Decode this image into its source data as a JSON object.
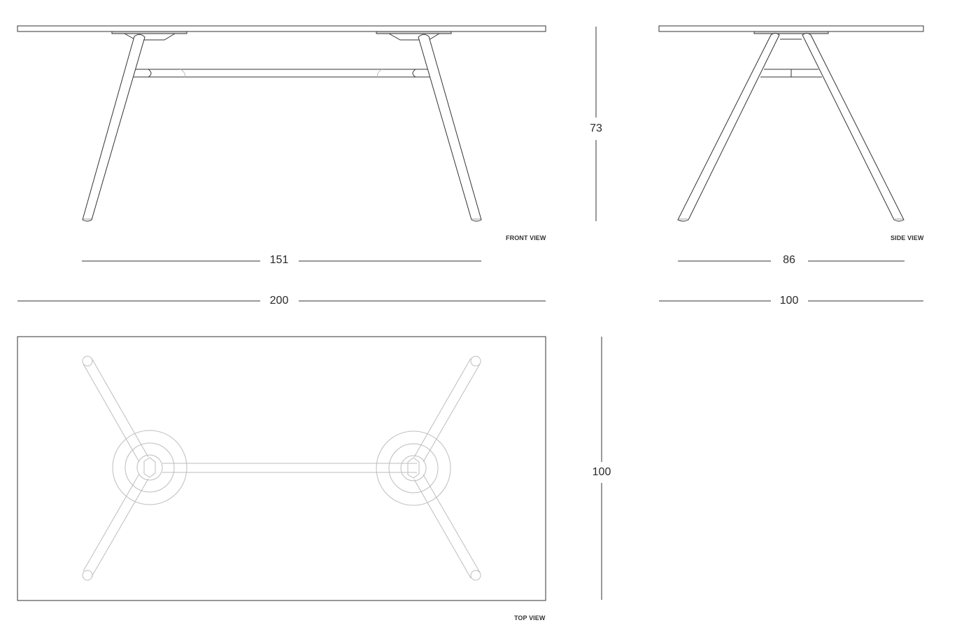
{
  "views": {
    "front": {
      "label": "FRONT VIEW"
    },
    "side": {
      "label": "SIDE VIEW"
    },
    "top": {
      "label": "TOP VIEW"
    }
  },
  "dimensions": {
    "height": "73",
    "leg_span_front": "151",
    "overall_length": "200",
    "leg_span_side": "86",
    "overall_width_side": "100",
    "top_view_width": "100"
  },
  "units_implied": "cm",
  "colors": {
    "line": "#333333",
    "top_view_line": "#bdbdbd",
    "background": "#ffffff"
  }
}
